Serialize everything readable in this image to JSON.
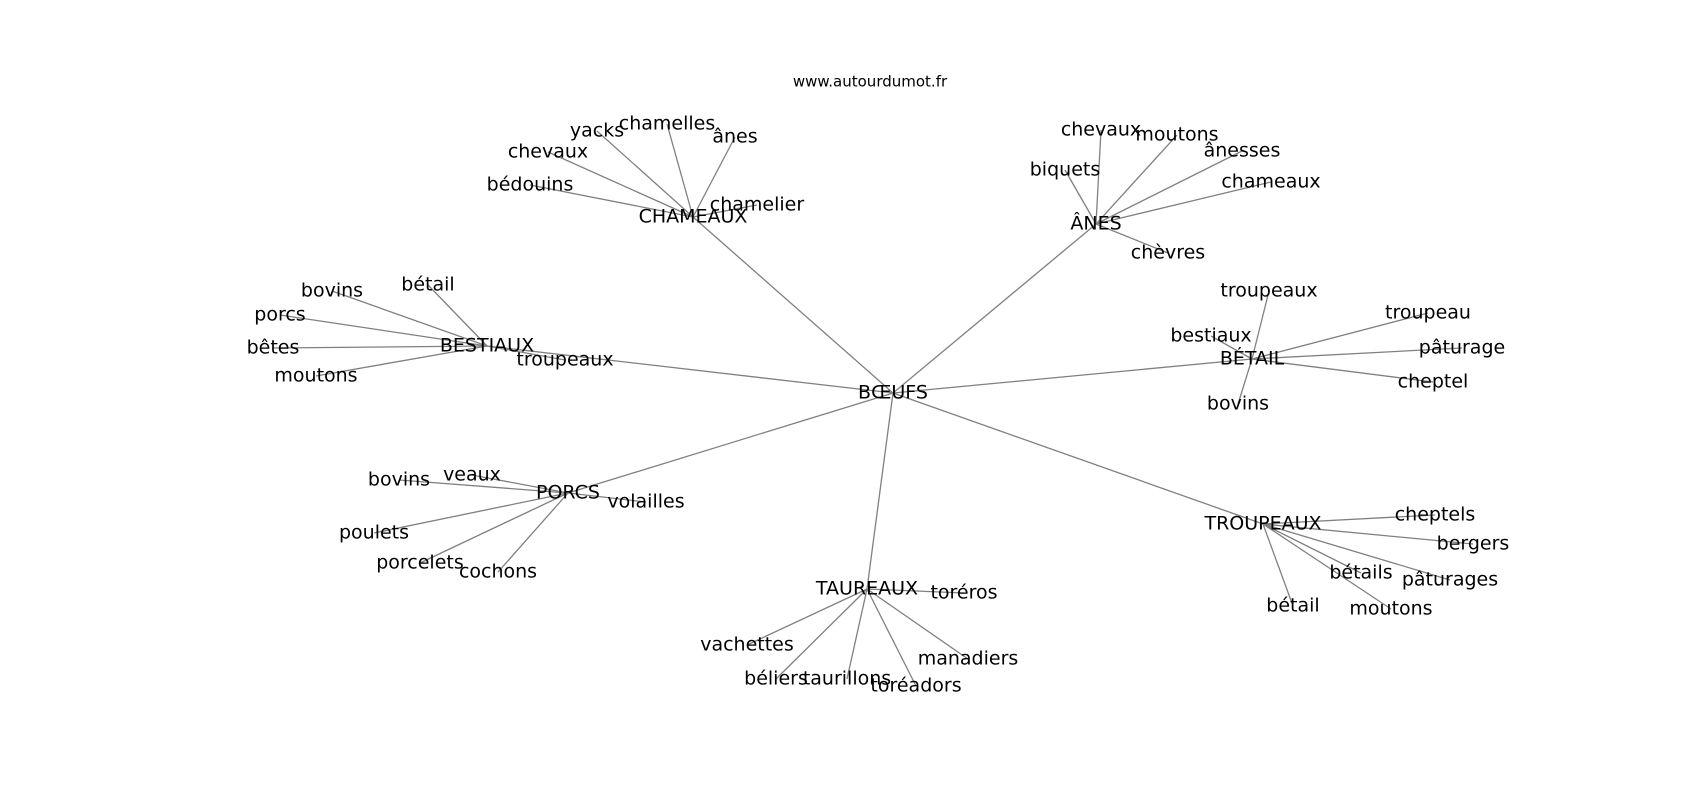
{
  "site": "www.autourdumot.fr",
  "colors": {
    "edge": "#808080",
    "text": "#000000",
    "background": "#ffffff"
  },
  "center": "BŒUFS",
  "clusters": [
    {
      "hub": "CHAMEAUX",
      "words": [
        "bédouins",
        "chevaux",
        "yacks",
        "chamelles",
        "ânes",
        "chamelier"
      ]
    },
    {
      "hub": "ÂNES",
      "words": [
        "biquets",
        "chevaux",
        "moutons",
        "ânesses",
        "chameaux",
        "chèvres"
      ]
    },
    {
      "hub": "BESTIAUX",
      "words": [
        "bovins",
        "bétail",
        "porcs",
        "bêtes",
        "moutons",
        "troupeaux"
      ]
    },
    {
      "hub": "BÉTAIL",
      "words": [
        "troupeaux",
        "bestiaux",
        "troupeau",
        "pâturage",
        "cheptel",
        "bovins"
      ]
    },
    {
      "hub": "PORCS",
      "words": [
        "veaux",
        "bovins",
        "volailles",
        "poulets",
        "porcelets",
        "cochons"
      ]
    },
    {
      "hub": "TROUPEAUX",
      "words": [
        "cheptels",
        "bergers",
        "bétails",
        "pâturages",
        "moutons",
        "bétail"
      ]
    },
    {
      "hub": "TAUREAUX",
      "words": [
        "toréros",
        "vachettes",
        "béliers",
        "taurillons",
        "toréadors",
        "manadiers"
      ]
    }
  ]
}
